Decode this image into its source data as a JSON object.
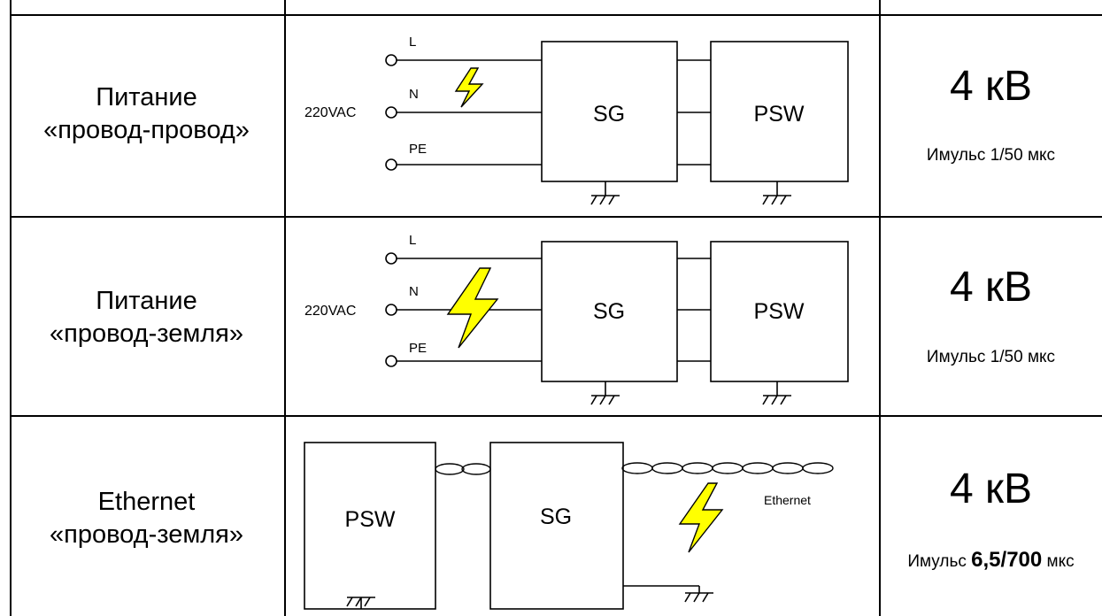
{
  "rows": [
    {
      "label_line1": "Питание",
      "label_line2": "«провод-провод»",
      "voltage": "4 кВ",
      "pulse_prefix": "Имульс",
      "pulse_value": "1/50",
      "pulse_unit": "мкс",
      "diagram": {
        "source_label": "220VAC",
        "line_l": "L",
        "line_n": "N",
        "line_pe": "PE",
        "box_left": "SG",
        "box_right": "PSW"
      }
    },
    {
      "label_line1": "Питание",
      "label_line2": "«провод-земля»",
      "voltage": "4 кВ",
      "pulse_prefix": "Имульс",
      "pulse_value": "1/50",
      "pulse_unit": "мкс",
      "diagram": {
        "source_label": "220VAC",
        "line_l": "L",
        "line_n": "N",
        "line_pe": "PE",
        "box_left": "SG",
        "box_right": "PSW"
      }
    },
    {
      "label_line1": "Ethernet",
      "label_line2": "«провод-земля»",
      "voltage": "4 кВ",
      "pulse_prefix": "Имульс",
      "pulse_value": "6,5/700",
      "pulse_unit": "мкс",
      "diagram": {
        "box_left": "PSW",
        "box_right": "SG",
        "cable_label": "Ethernet"
      }
    }
  ],
  "colors": {
    "lightning_fill": "#ffff00",
    "line": "#000000",
    "background": "#ffffff"
  },
  "icons": [
    "lightning-bolt-icon",
    "ground-symbol-icon",
    "terminal-circle-icon"
  ]
}
